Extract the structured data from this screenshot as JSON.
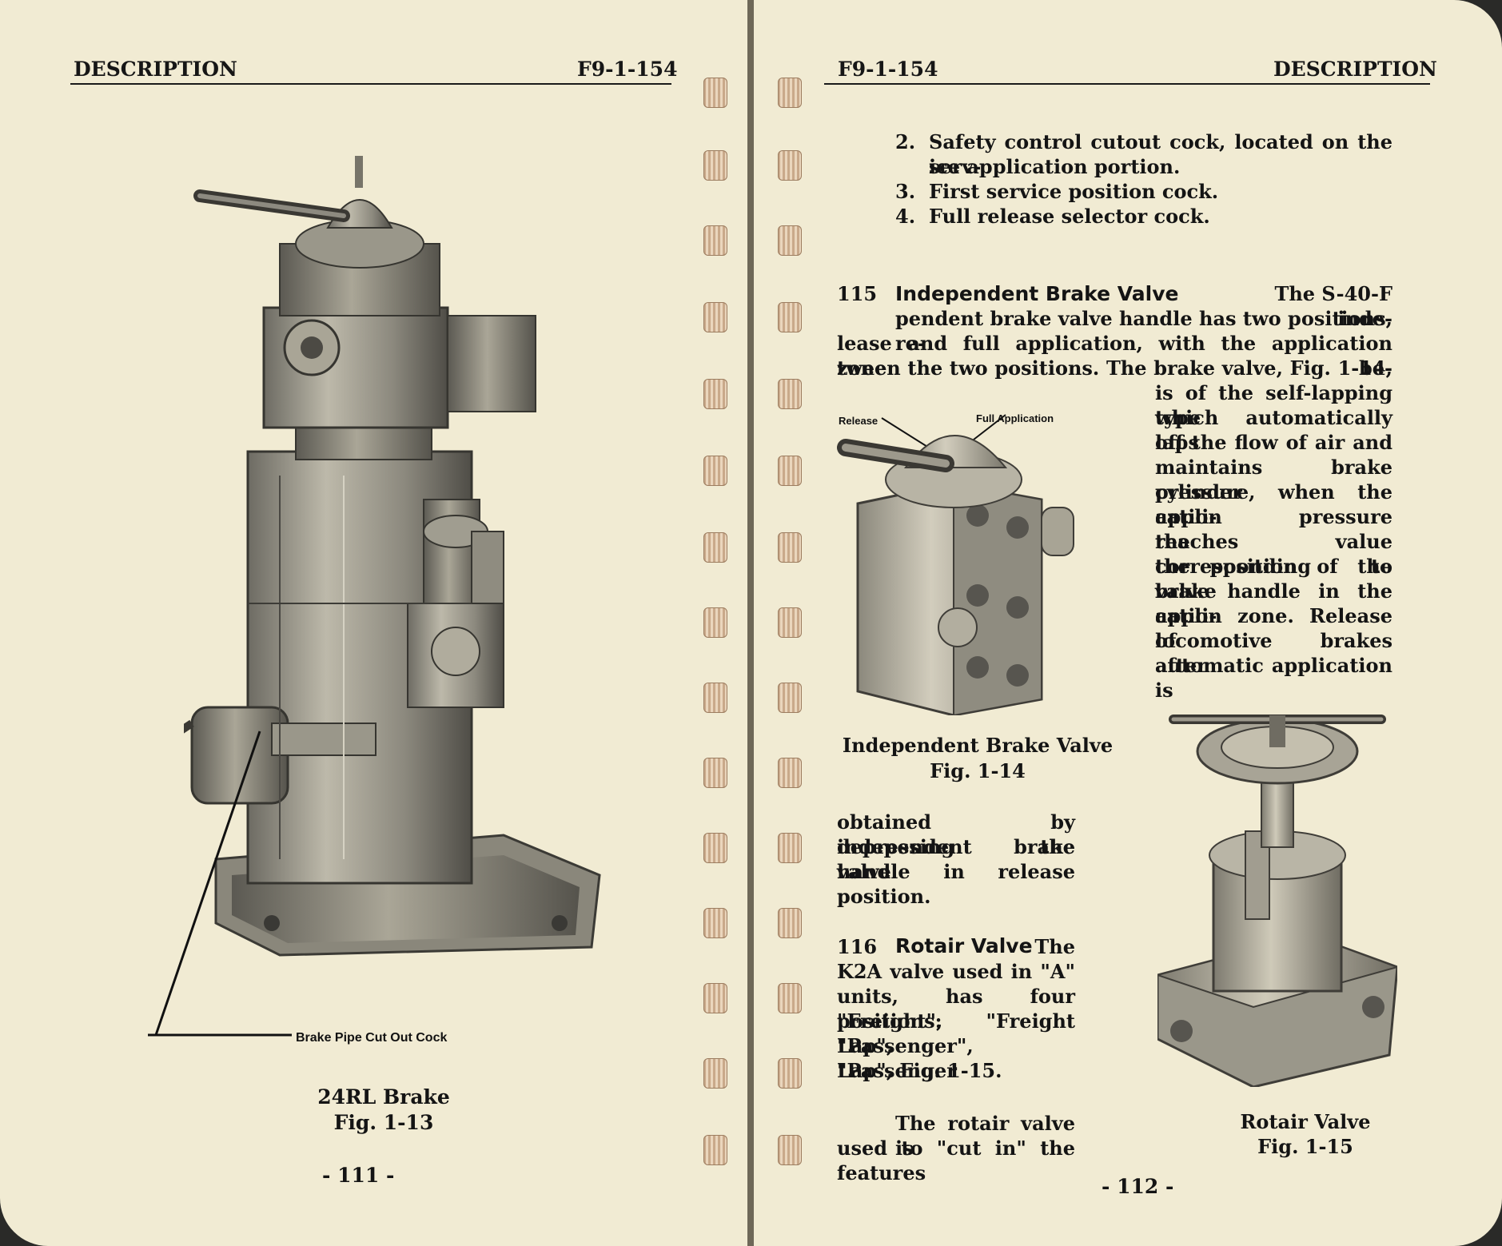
{
  "left_page": {
    "header_left": "DESCRIPTION",
    "header_right": "F9-1-154",
    "figure_callout": "Brake Pipe Cut Out Cock",
    "figure_title": "24RL Brake",
    "figure_number": "Fig. 1-13",
    "page_number": "- 111 -"
  },
  "right_page": {
    "header_left": "F9-1-154",
    "header_right": "DESCRIPTION",
    "list": [
      {
        "num": "2.",
        "line1": "Safety control cutout cock, located on the serv-",
        "line2": "ice application portion."
      },
      {
        "num": "3.",
        "line1": "First service position cock.",
        "line2": ""
      },
      {
        "num": "4.",
        "line1": "Full release selector cock.",
        "line2": ""
      }
    ],
    "sec115": {
      "num": "115",
      "heading": "Independent Brake Valve",
      "lines_full": [
        "The S-40-F inde-",
        "pendent brake valve handle has two positions, re-",
        "lease and full application, with the application zone be-",
        "tween the two positions.  The brake valve, Fig. 1-14,"
      ],
      "lines_col": [
        "is of the self-lapping type",
        "which automatically laps",
        "off the flow of air and",
        "maintains brake cylinder",
        "pressure, when the appli-",
        "cation pressure reaches",
        "the value corresponding to",
        "the position of the brake",
        "valve handle in the appli-",
        "cation zone.  Release of",
        "locomotive brakes after",
        "automatic application is"
      ],
      "lines_cont": [
        "obtained by depressing the",
        "independent brake valve",
        "handle in release position."
      ]
    },
    "fig14": {
      "label_release": "Release",
      "label_full": "Full Application",
      "title": "Independent Brake Valve",
      "number": "Fig. 1-14"
    },
    "sec116": {
      "num": "116",
      "heading": "Rotair Valve",
      "lines": [
        "The",
        "K2A valve used in \"A\"",
        "units, has four positions:",
        "\"Freight\",  \"Freight Lap\",",
        "\"Passenger\",  \"Passenger",
        "Lap\", Fig. 1-15."
      ],
      "para2": [
        "The rotair valve is",
        "used to \"cut in\" the features"
      ]
    },
    "fig15": {
      "title": "Rotair Valve",
      "number": "Fig. 1-15"
    },
    "page_number": "- 112 -"
  },
  "colors": {
    "paper": "#f1ebd3",
    "ink": "#141414",
    "ring": "#c9a98a"
  }
}
